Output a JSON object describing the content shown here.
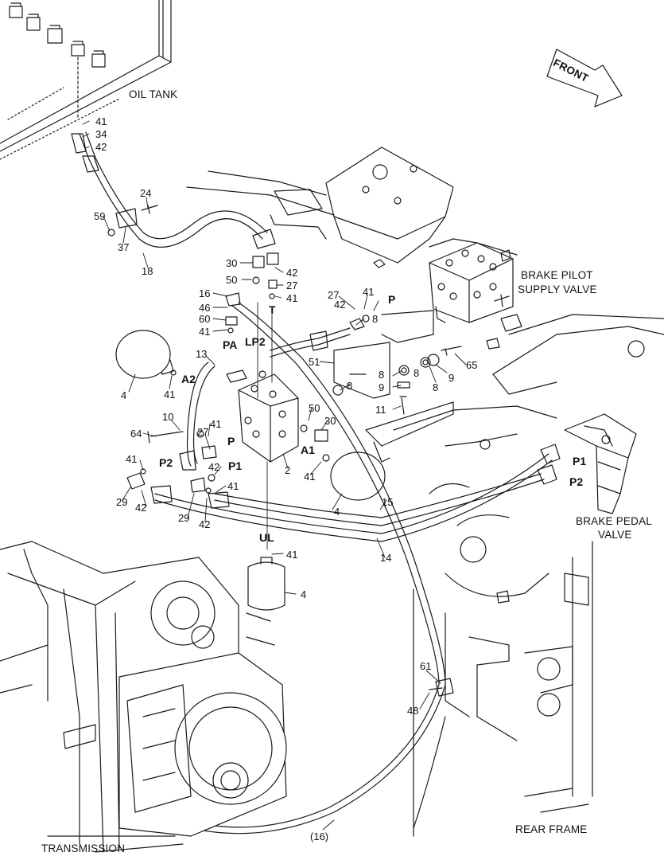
{
  "captions": {
    "oil_tank": "OIL TANK",
    "front": "FRONT",
    "brake_pilot_1": "BRAKE PILOT",
    "brake_pilot_2": "SUPPLY VALVE",
    "brake_pedal_1": "BRAKE PEDAL",
    "brake_pedal_2": "VALVE",
    "transmission": "TRANSMISSION",
    "rear_frame": "REAR FRAME"
  },
  "ports": {
    "pa": "PA",
    "lp2": "LP2",
    "t": "T",
    "a2": "A2",
    "a1": "A1",
    "p": "P",
    "p1_valve": "P1",
    "p2_valve": "P2",
    "ul": "UL",
    "p1_pedal": "P1",
    "p2_pedal": "P2",
    "p_pilot": "P"
  },
  "callouts": {
    "c41_top": "41",
    "c34": "34",
    "c42_top": "42",
    "c24": "24",
    "c59": "59",
    "c37": "37",
    "c18": "18",
    "c30_top": "30",
    "c42_fit": "42",
    "c50_top": "50",
    "c27_top": "27",
    "c41_fit": "41",
    "c16": "16",
    "c46": "46",
    "c60": "60",
    "c41_pa": "41",
    "c13": "13",
    "c4_left": "4",
    "c41_a2": "41",
    "c10": "10",
    "c64": "64",
    "c41_mid": "41",
    "c27_mid": "27",
    "c41_p2": "41",
    "c29_left": "29",
    "c42_left": "42",
    "c42_mid": "42",
    "c29_mid": "29",
    "c41_low": "41",
    "c42_low": "42",
    "c50_mid": "50",
    "c30_mid": "30",
    "c2": "2",
    "c41_a1": "41",
    "c4_right": "4",
    "c15": "15",
    "c14": "14",
    "c41_ul": "41",
    "c4_bottom": "4",
    "c27_bracket": "27",
    "c41_bracket": "41",
    "c42_bracket": "42",
    "c8_a": "8",
    "c51": "51",
    "c8_b": "8",
    "c8_c": "8",
    "c9_a": "9",
    "c8_d": "8",
    "c9_b": "9",
    "c65": "65",
    "c11": "11",
    "c8_e": "8",
    "c61": "61",
    "c48": "48",
    "c16_paren": "(16)"
  },
  "colors": {
    "line": "#1a1a1a",
    "fill": "#ffffff",
    "shade": "#d9d9d9"
  },
  "icons": [
    "front-arrow-icon",
    "accumulator-icon",
    "hose-icon",
    "fitting-icon"
  ]
}
